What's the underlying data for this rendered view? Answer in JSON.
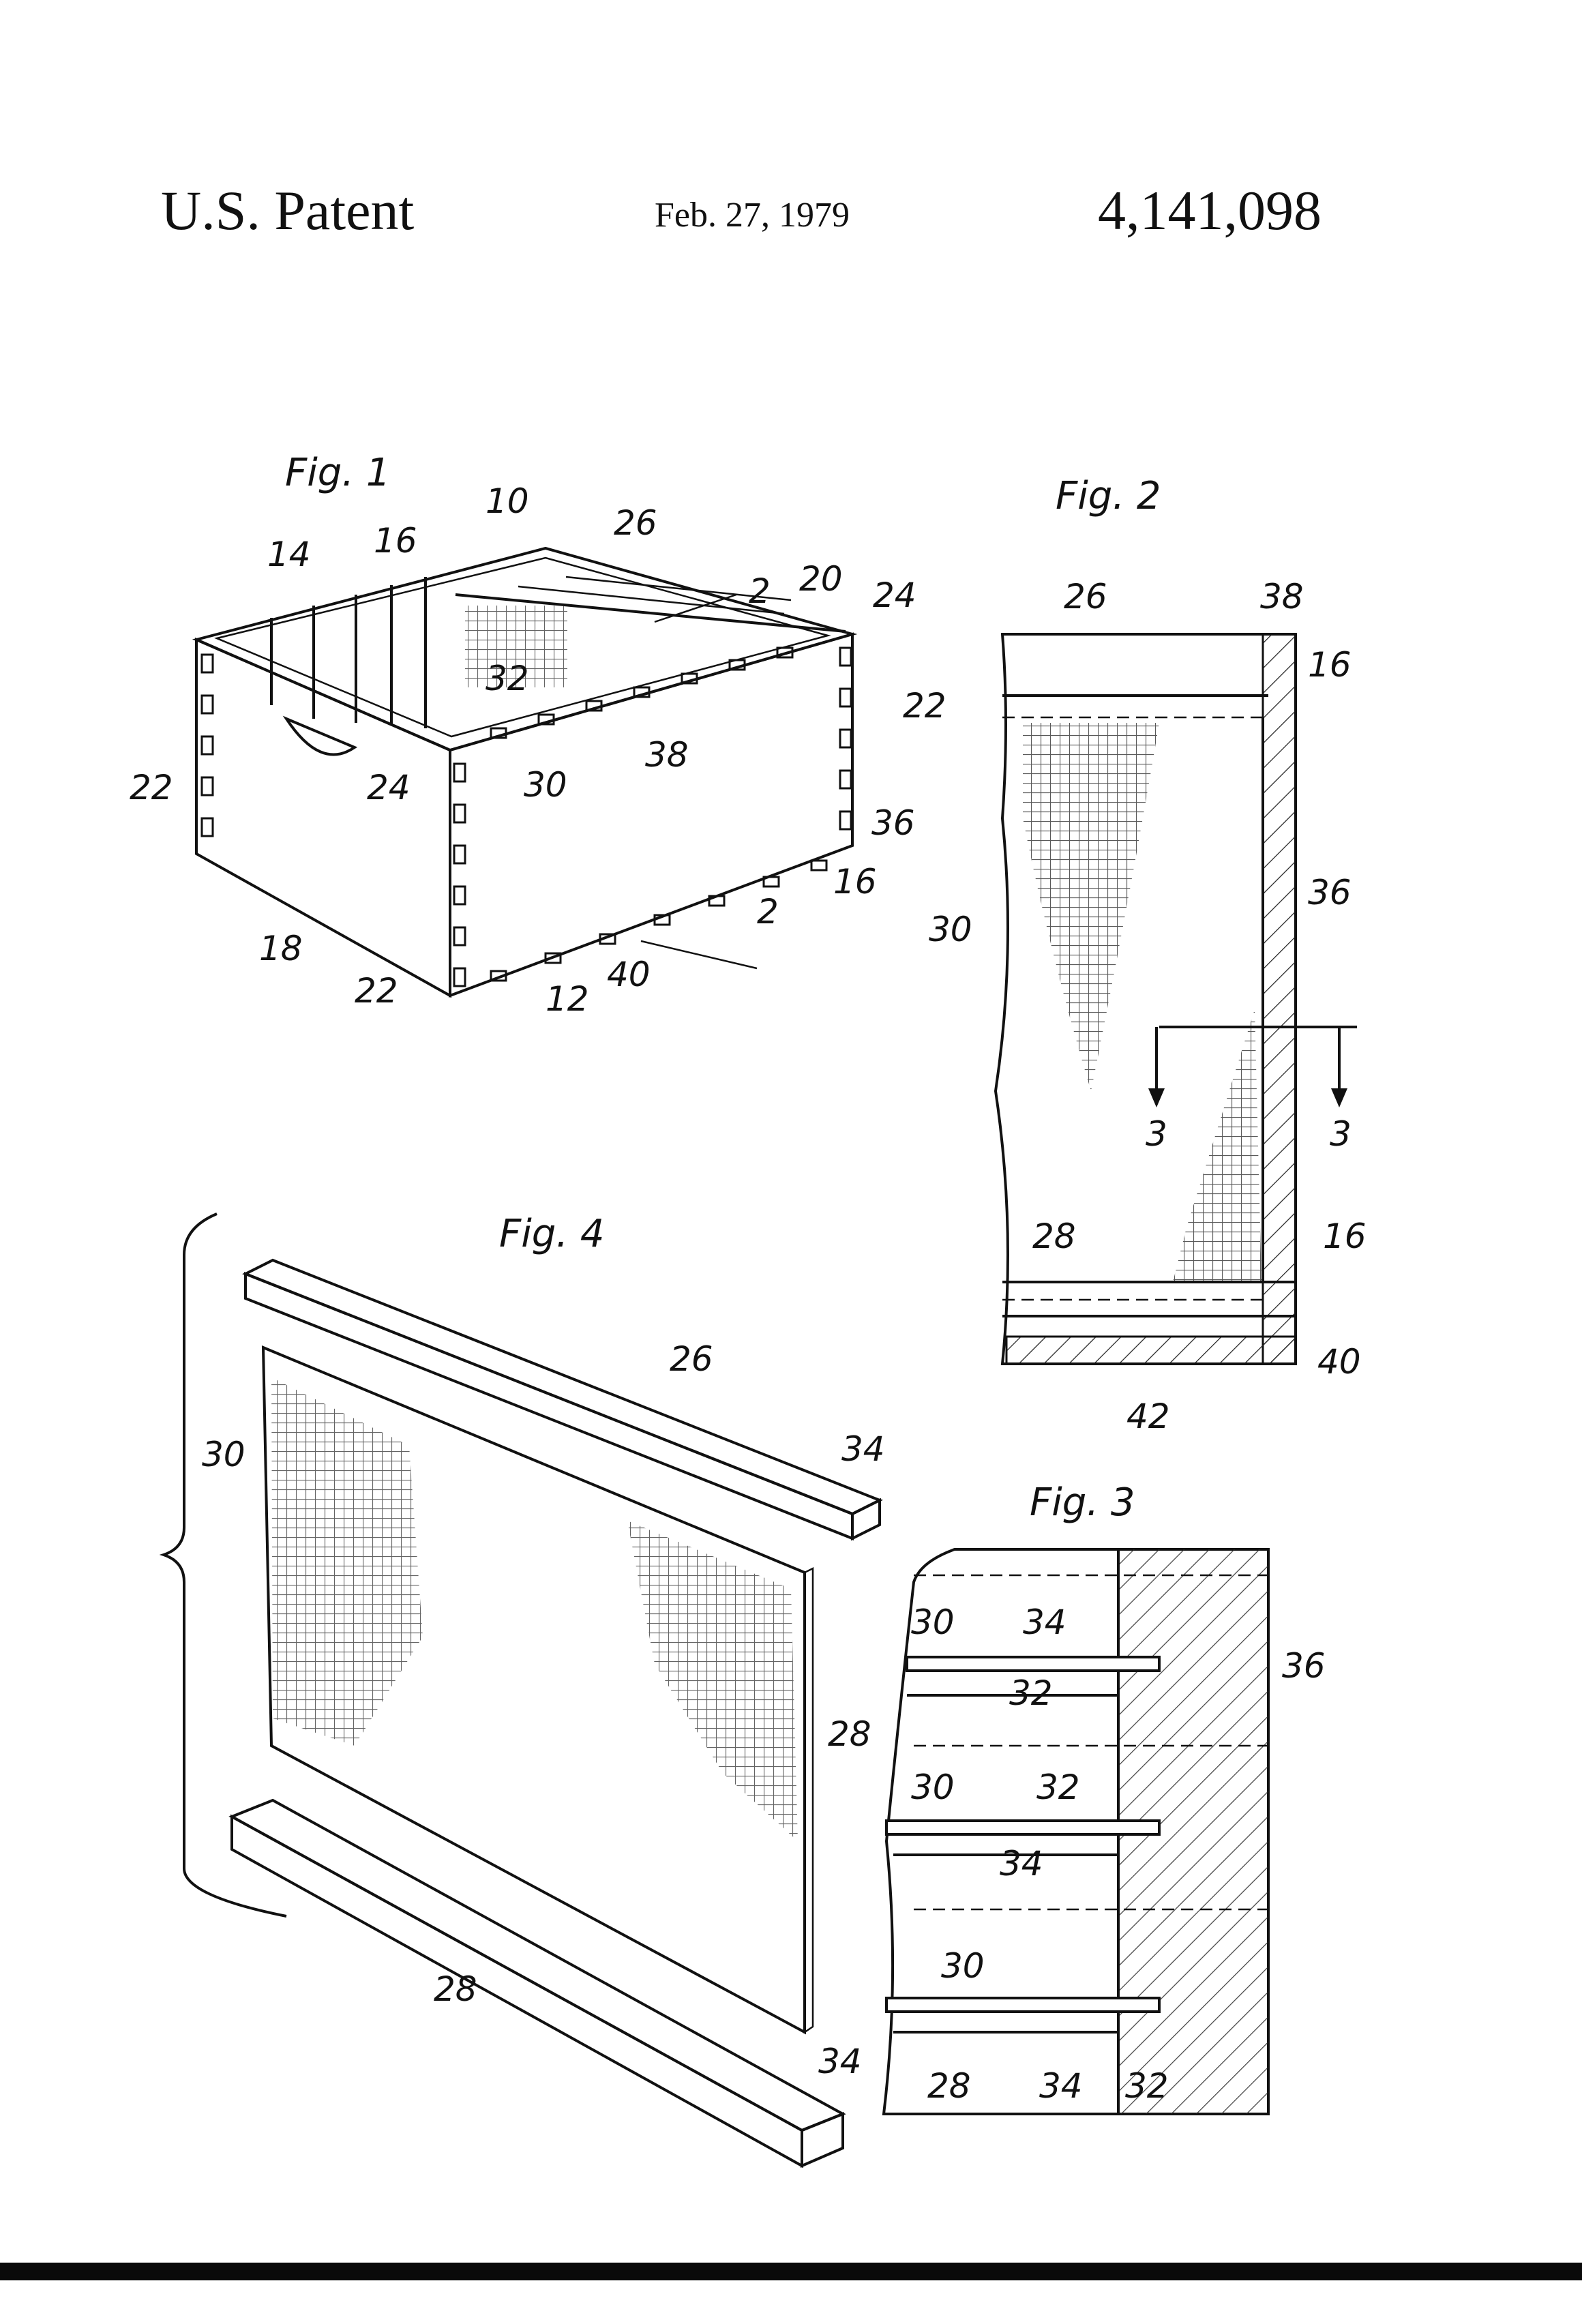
{
  "header": {
    "left": "U.S. Patent",
    "date": "Feb. 27, 1979",
    "number": "4,141,098"
  },
  "figures": {
    "fig1": "Fig. 1",
    "fig2": "Fig. 2",
    "fig3": "Fig. 3",
    "fig4": "Fig. 4"
  },
  "fig1_labels": {
    "n10": "10",
    "n14": "14",
    "n16": "16",
    "n26": "26",
    "n2a": "2",
    "n20": "20",
    "n24a": "24",
    "n22a": "22",
    "n32": "32",
    "n24b": "24",
    "n30": "30",
    "n38": "38",
    "n22b": "22",
    "n36": "36",
    "n16b": "16",
    "n2b": "2",
    "n18": "18",
    "n22c": "22",
    "n12": "12",
    "n40": "40"
  },
  "fig2_labels": {
    "n26": "26",
    "n38": "38",
    "n16a": "16",
    "n36": "36",
    "n30": "30",
    "n3a": "3",
    "n3b": "3",
    "n28": "28",
    "n16b": "16",
    "n40": "40",
    "n42": "42"
  },
  "fig3_labels": {
    "n30a": "30",
    "n34a": "34",
    "n36": "36",
    "n32a": "32",
    "n28a": "28",
    "n30b": "30",
    "n32b": "32",
    "n34b": "34",
    "n30c": "30",
    "n28b": "28",
    "n34c": "34",
    "n32c": "32"
  },
  "fig4_labels": {
    "n26": "26",
    "n34a": "34",
    "n30": "30",
    "n28": "28",
    "n34b": "34"
  }
}
